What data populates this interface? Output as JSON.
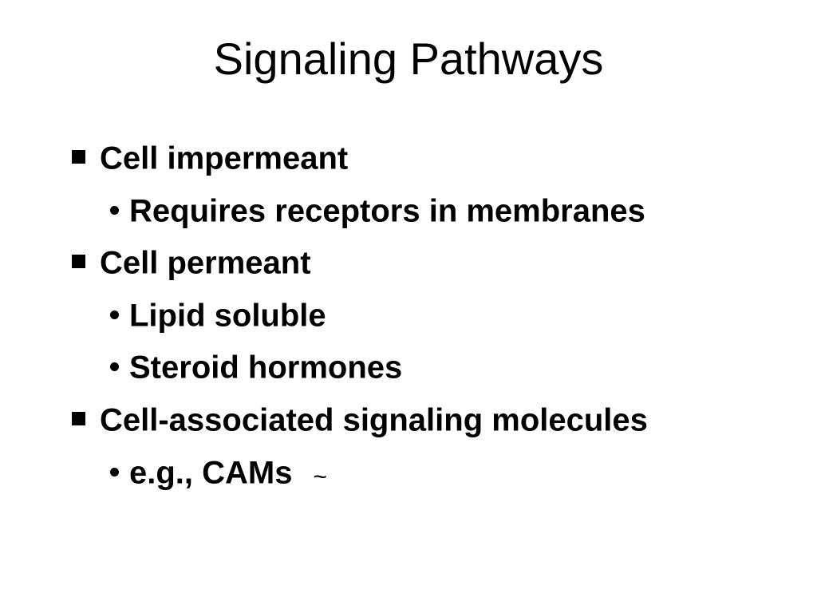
{
  "slide": {
    "title": "Signaling Pathways",
    "bullets": [
      {
        "level": 1,
        "text": "Cell impermeant"
      },
      {
        "level": 2,
        "text": "Requires receptors in membranes"
      },
      {
        "level": 1,
        "text": "Cell permeant"
      },
      {
        "level": 2,
        "text": "Lipid soluble"
      },
      {
        "level": 2,
        "text": "Steroid hormones"
      },
      {
        "level": 1,
        "text": "Cell-associated signaling molecules"
      },
      {
        "level": 2,
        "text": "e.g., CAMs"
      }
    ],
    "end_mark": "~"
  }
}
